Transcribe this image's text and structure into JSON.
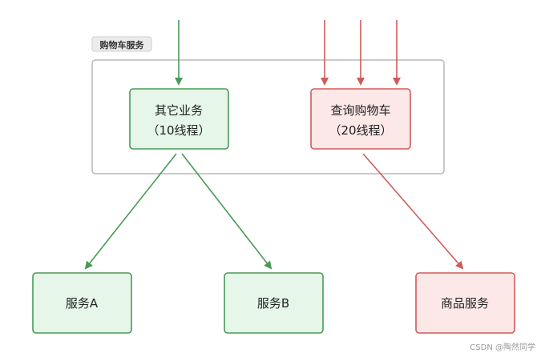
{
  "group": {
    "label": "购物车服务"
  },
  "nodes": {
    "other_business": {
      "line1": "其它业务",
      "line2": "（10线程）"
    },
    "query_cart": {
      "line1": "查询购物车",
      "line2": "（20线程）"
    },
    "service_a": {
      "label": "服务A"
    },
    "service_b": {
      "label": "服务B"
    },
    "product_service": {
      "label": "商品服务"
    }
  },
  "colors": {
    "green_fill": "#e6f6e8",
    "green_stroke": "#4a9a57",
    "red_fill": "#fde8e8",
    "red_stroke": "#d05a5a",
    "group_stroke": "#b8b8b8",
    "group_label_bg": "#ececec"
  },
  "watermark": "CSDN @陶然同学"
}
